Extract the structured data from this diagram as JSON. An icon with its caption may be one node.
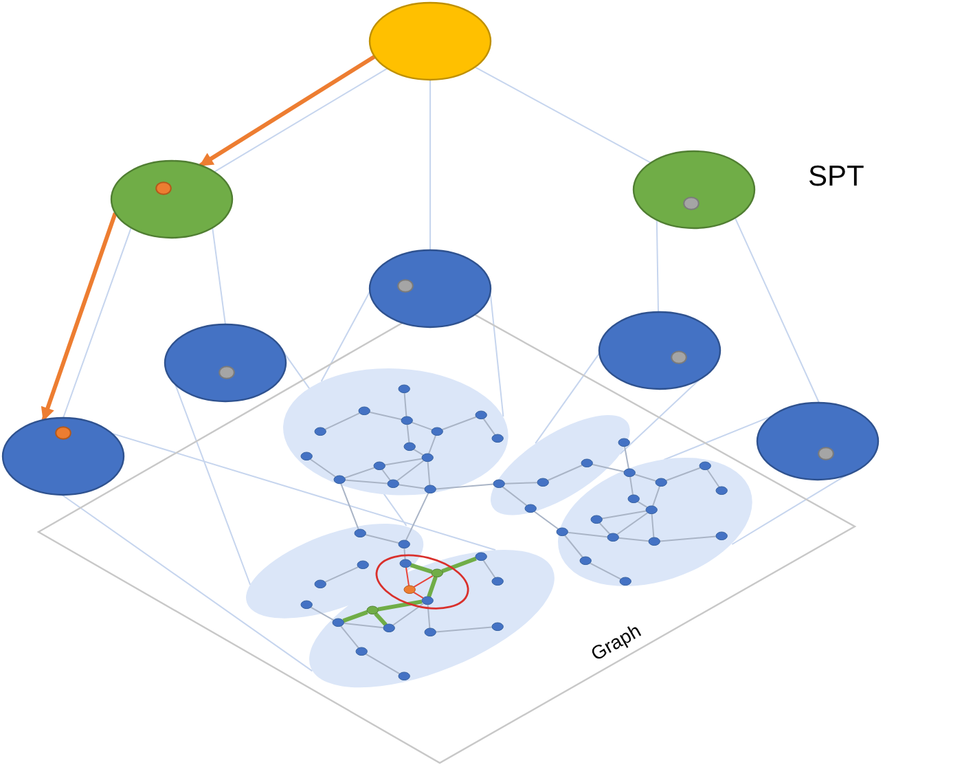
{
  "diagram": {
    "nodes": [
      {
        "text": [],
        "shape": "ellipse"
      },
      {
        "text": [],
        "shape": "ellipse"
      },
      {
        "text": [],
        "shape": "ellipse"
      },
      {
        "text": [],
        "shape": "ellipse"
      },
      {
        "text": [],
        "shape": "ellipse"
      },
      {
        "text": [],
        "shape": "ellipse"
      },
      {
        "text": [],
        "shape": "ellipse"
      },
      {
        "text": [],
        "shape": "ellipse"
      },
      {
        "text": [
          "Graph"
        ]
      },
      {
        "text": [],
        "shape": "ellipse",
        "in": 8
      },
      {
        "text": [],
        "shape": "ellipse",
        "in": 8
      },
      {
        "text": [],
        "shape": "ellipse",
        "in": 8
      },
      {
        "text": [],
        "shape": "ellipse",
        "in": 8
      },
      {
        "text": [],
        "shape": "ellipse",
        "in": 8
      },
      {
        "text": [],
        "shape": "ellipse",
        "in": 9
      },
      {
        "text": [],
        "shape": "ellipse",
        "in": 9
      },
      {
        "text": [],
        "shape": "ellipse",
        "in": 9
      },
      {
        "text": [],
        "shape": "ellipse",
        "in": 9
      },
      {
        "text": [],
        "shape": "ellipse",
        "in": 9
      },
      {
        "text": [],
        "shape": "ellipse",
        "in": 9
      },
      {
        "text": [],
        "shape": "ellipse",
        "in": 9
      },
      {
        "text": [],
        "shape": "ellipse",
        "in": 9
      },
      {
        "text": [],
        "shape": "ellipse",
        "in": 9
      },
      {
        "text": [],
        "shape": "ellipse",
        "in": 9
      },
      {
        "text": [],
        "shape": "ellipse",
        "in": 9
      },
      {
        "text": [],
        "shape": "ellipse",
        "in": 9
      },
      {
        "text": [],
        "shape": "ellipse",
        "in": 9
      },
      {
        "text": [],
        "shape": "ellipse",
        "in": 9
      },
      {
        "text": [],
        "shape": "ellipse",
        "in": 11
      },
      {
        "text": [],
        "shape": "ellipse",
        "in": 11
      },
      {
        "text": [],
        "shape": "ellipse",
        "in": 11
      },
      {
        "text": [],
        "shape": "ellipse",
        "in": 11
      },
      {
        "text": [],
        "shape": "ellipse",
        "in": 11
      },
      {
        "text": [],
        "shape": "ellipse",
        "in": 11
      },
      {
        "text": [],
        "shape": "ellipse",
        "in": 13
      },
      {
        "text": [],
        "shape": "ellipse",
        "in": 13
      },
      {
        "text": [],
        "shape": "ellipse",
        "in": 13
      },
      {
        "text": [],
        "shape": "ellipse",
        "in": 13
      },
      {
        "text": [],
        "shape": "ellipse",
        "in": 13
      },
      {
        "text": [],
        "shape": "ellipse",
        "in": 13
      },
      {
        "text": [],
        "shape": "ellipse",
        "in": 13
      },
      {
        "text": [],
        "shape": "ellipse",
        "in": 13
      },
      {
        "text": [],
        "shape": "ellipse",
        "in": 13
      },
      {
        "text": [],
        "shape": "ellipse",
        "in": 13
      },
      {
        "text": [],
        "shape": "ellipse",
        "in": 13
      },
      {
        "text": [],
        "shape": "ellipse",
        "in": 13
      },
      {
        "text": [],
        "shape": "ellipse",
        "in": 10
      },
      {
        "text": [],
        "shape": "ellipse",
        "in": 10
      },
      {
        "text": [],
        "shape": "ellipse",
        "in": 10
      },
      {
        "text": [],
        "shape": "ellipse",
        "in": 10
      },
      {
        "text": [],
        "shape": "ellipse",
        "in": 10
      },
      {
        "text": [],
        "shape": "ellipse",
        "in": 12
      },
      {
        "text": [],
        "shape": "ellipse",
        "in": 12
      },
      {
        "text": [],
        "shape": "ellipse",
        "in": 12
      },
      {
        "text": [],
        "shape": "ellipse",
        "in": 12
      },
      {
        "text": [],
        "shape": "ellipse",
        "in": 12
      },
      {
        "text": [],
        "shape": "ellipse",
        "in": 12
      },
      {
        "text": [],
        "shape": "ellipse",
        "in": 12
      },
      {
        "text": [],
        "shape": "ellipse",
        "in": 12
      },
      {
        "text": [],
        "shape": "ellipse",
        "in": 12
      },
      {
        "text": [],
        "shape": "ellipse",
        "in": 12
      },
      {
        "text": [],
        "shape": "ellipse",
        "in": 12
      },
      {
        "text": [],
        "shape": "ellipse",
        "in": 12
      },
      {
        "text": [],
        "shape": "ellipse",
        "in": 12
      }
    ],
    "edges": [
      {
        "from": 0,
        "to": 1,
        "arrow": "none",
        "color": "#c6d5ee"
      },
      {
        "from": 0,
        "to": 2,
        "arrow": "none",
        "color": "#c6d5ee"
      },
      {
        "from": 0,
        "to": 3,
        "arrow": "none",
        "color": "#c6d5ee"
      },
      {
        "from": 1,
        "to": 6,
        "arrow": "none",
        "color": "#c6d5ee"
      },
      {
        "from": 1,
        "to": 4,
        "arrow": "none",
        "color": "#c6d5ee"
      },
      {
        "from": 2,
        "to": 5,
        "arrow": "none",
        "color": "#c6d5ee"
      },
      {
        "from": 2,
        "to": 7,
        "arrow": "none",
        "color": "#c6d5ee"
      },
      {
        "from": 0,
        "to": 1,
        "arrow": "to",
        "style": "thick",
        "color": "#ed7d31"
      },
      {
        "from": 1,
        "to": 6,
        "arrow": "to",
        "style": "thick",
        "color": "#ed7d31"
      },
      {
        "from": 3,
        "to": 9,
        "arrow": "none",
        "color": "#c6d5ee"
      },
      {
        "from": 3,
        "to": 9,
        "arrow": "none",
        "color": "#c6d5ee"
      },
      {
        "from": 4,
        "to": 11,
        "arrow": "none",
        "color": "#c6d5ee"
      },
      {
        "from": 4,
        "to": 11,
        "arrow": "none",
        "color": "#c6d5ee"
      },
      {
        "from": 5,
        "to": 10,
        "arrow": "none",
        "color": "#c6d5ee"
      },
      {
        "from": 5,
        "to": 10,
        "arrow": "none",
        "color": "#c6d5ee"
      },
      {
        "from": 6,
        "to": 13,
        "arrow": "none",
        "color": "#c6d5ee"
      },
      {
        "from": 6,
        "to": 13,
        "arrow": "none",
        "color": "#c6d5ee"
      },
      {
        "from": 7,
        "to": 12,
        "arrow": "none",
        "color": "#c6d5ee"
      },
      {
        "from": 7,
        "to": 12,
        "arrow": "none",
        "color": "#c6d5ee"
      },
      {
        "from": 14,
        "to": 16,
        "arrow": "none"
      },
      {
        "from": 15,
        "to": 16,
        "arrow": "none"
      },
      {
        "from": 16,
        "to": 17,
        "arrow": "none"
      },
      {
        "from": 17,
        "to": 18,
        "arrow": "none"
      },
      {
        "from": 18,
        "to": 19,
        "arrow": "none"
      },
      {
        "from": 20,
        "to": 15,
        "arrow": "none"
      },
      {
        "from": 16,
        "to": 21,
        "arrow": "none"
      },
      {
        "from": 17,
        "to": 22,
        "arrow": "none"
      },
      {
        "from": 21,
        "to": 22,
        "arrow": "none"
      },
      {
        "from": 22,
        "to": 24,
        "arrow": "none"
      },
      {
        "from": 22,
        "to": 26,
        "arrow": "none"
      },
      {
        "from": 22,
        "to": 27,
        "arrow": "none"
      },
      {
        "from": 23,
        "to": 25,
        "arrow": "none"
      },
      {
        "from": 25,
        "to": 24,
        "arrow": "none"
      },
      {
        "from": 25,
        "to": 26,
        "arrow": "none"
      },
      {
        "from": 26,
        "to": 27,
        "arrow": "none"
      },
      {
        "from": 24,
        "to": 26,
        "arrow": "none"
      },
      {
        "from": 25,
        "to": 28,
        "arrow": "none"
      },
      {
        "from": 28,
        "to": 29,
        "arrow": "none"
      },
      {
        "from": 27,
        "to": 29,
        "arrow": "none"
      },
      {
        "from": 29,
        "to": 32,
        "arrow": "none"
      },
      {
        "from": 30,
        "to": 31,
        "arrow": "none"
      },
      {
        "from": 33,
        "to": 40,
        "arrow": "none"
      },
      {
        "from": 27,
        "to": 49,
        "arrow": "none"
      },
      {
        "from": 34,
        "to": 39,
        "arrow": "none"
      },
      {
        "from": 37,
        "to": 42,
        "arrow": "none"
      },
      {
        "from": 40,
        "to": 41,
        "arrow": "none"
      },
      {
        "from": 41,
        "to": 37,
        "arrow": "none"
      },
      {
        "from": 42,
        "to": 43,
        "arrow": "none"
      },
      {
        "from": 40,
        "to": 44,
        "arrow": "none"
      },
      {
        "from": 44,
        "to": 45,
        "arrow": "none"
      },
      {
        "from": 49,
        "to": 48,
        "arrow": "none"
      },
      {
        "from": 48,
        "to": 47,
        "arrow": "none"
      },
      {
        "from": 47,
        "to": 51,
        "arrow": "none"
      },
      {
        "from": 46,
        "to": 51,
        "arrow": "none"
      },
      {
        "from": 49,
        "to": 50,
        "arrow": "none"
      },
      {
        "from": 50,
        "to": 58,
        "arrow": "none"
      },
      {
        "from": 51,
        "to": 52,
        "arrow": "none"
      },
      {
        "from": 52,
        "to": 53,
        "arrow": "none"
      },
      {
        "from": 53,
        "to": 54,
        "arrow": "none"
      },
      {
        "from": 51,
        "to": 55,
        "arrow": "none"
      },
      {
        "from": 52,
        "to": 56,
        "arrow": "none"
      },
      {
        "from": 55,
        "to": 56,
        "arrow": "none"
      },
      {
        "from": 56,
        "to": 57,
        "arrow": "none"
      },
      {
        "from": 56,
        "to": 59,
        "arrow": "none"
      },
      {
        "from": 56,
        "to": 60,
        "arrow": "none"
      },
      {
        "from": 57,
        "to": 59,
        "arrow": "none"
      },
      {
        "from": 58,
        "to": 59,
        "arrow": "none"
      },
      {
        "from": 59,
        "to": 60,
        "arrow": "none"
      },
      {
        "from": 60,
        "to": 61,
        "arrow": "none"
      },
      {
        "from": 58,
        "to": 62,
        "arrow": "none"
      },
      {
        "from": 62,
        "to": 63,
        "arrow": "none"
      },
      {
        "from": 32,
        "to": 35,
        "arrow": "none",
        "style": "thick",
        "color": "#70ad47"
      },
      {
        "from": 35,
        "to": 34,
        "arrow": "none",
        "style": "thick",
        "color": "#70ad47"
      },
      {
        "from": 35,
        "to": 37,
        "arrow": "none",
        "style": "thick",
        "color": "#70ad47"
      },
      {
        "from": 37,
        "to": 38,
        "arrow": "none",
        "style": "thick",
        "color": "#70ad47"
      },
      {
        "from": 38,
        "to": 40,
        "arrow": "none",
        "style": "thick",
        "color": "#70ad47"
      },
      {
        "from": 38,
        "to": 41,
        "arrow": "none",
        "style": "thick",
        "color": "#70ad47"
      },
      {
        "from": 36,
        "to": 32,
        "arrow": "none",
        "color": "#e8443a"
      },
      {
        "from": 36,
        "to": 35,
        "arrow": "none",
        "color": "#e8443a"
      },
      {
        "from": 36,
        "to": 37,
        "arrow": "none",
        "color": "#e8443a"
      }
    ],
    "labels": [
      "SPT"
    ]
  }
}
